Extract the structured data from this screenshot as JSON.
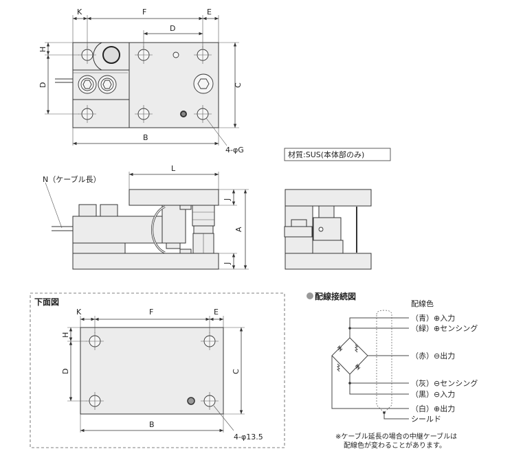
{
  "top_view": {
    "K": "K",
    "F": "F",
    "E": "E",
    "D_top": "D",
    "H": "H",
    "D_side": "D",
    "C": "C",
    "B": "B",
    "hole_note": "4-φG"
  },
  "material": "材質:SUS(本体部のみ)",
  "side_view": {
    "L": "L",
    "J_top": "J",
    "J_bottom": "J",
    "A": "A",
    "cable_note": "N（ケーブル長）"
  },
  "bottom_view": {
    "title": "下面図",
    "K": "K",
    "F": "F",
    "E": "E",
    "H": "H",
    "D": "D",
    "C": "C",
    "B": "B",
    "hole_note": "4-φ13.5"
  },
  "wiring": {
    "title": "配線接続図",
    "color_header": "配線色",
    "labels": [
      "（青）⊕入力",
      "（緑）⊕センシング",
      "（赤）⊖出力",
      "（灰）⊖センシング",
      "（黒）⊖入力",
      "（白）⊕出力",
      "シールド"
    ],
    "note_line1": "※ケーブル延長の場合の中継ケーブルは",
    "note_line2": "配線色が変わることがあります。"
  }
}
